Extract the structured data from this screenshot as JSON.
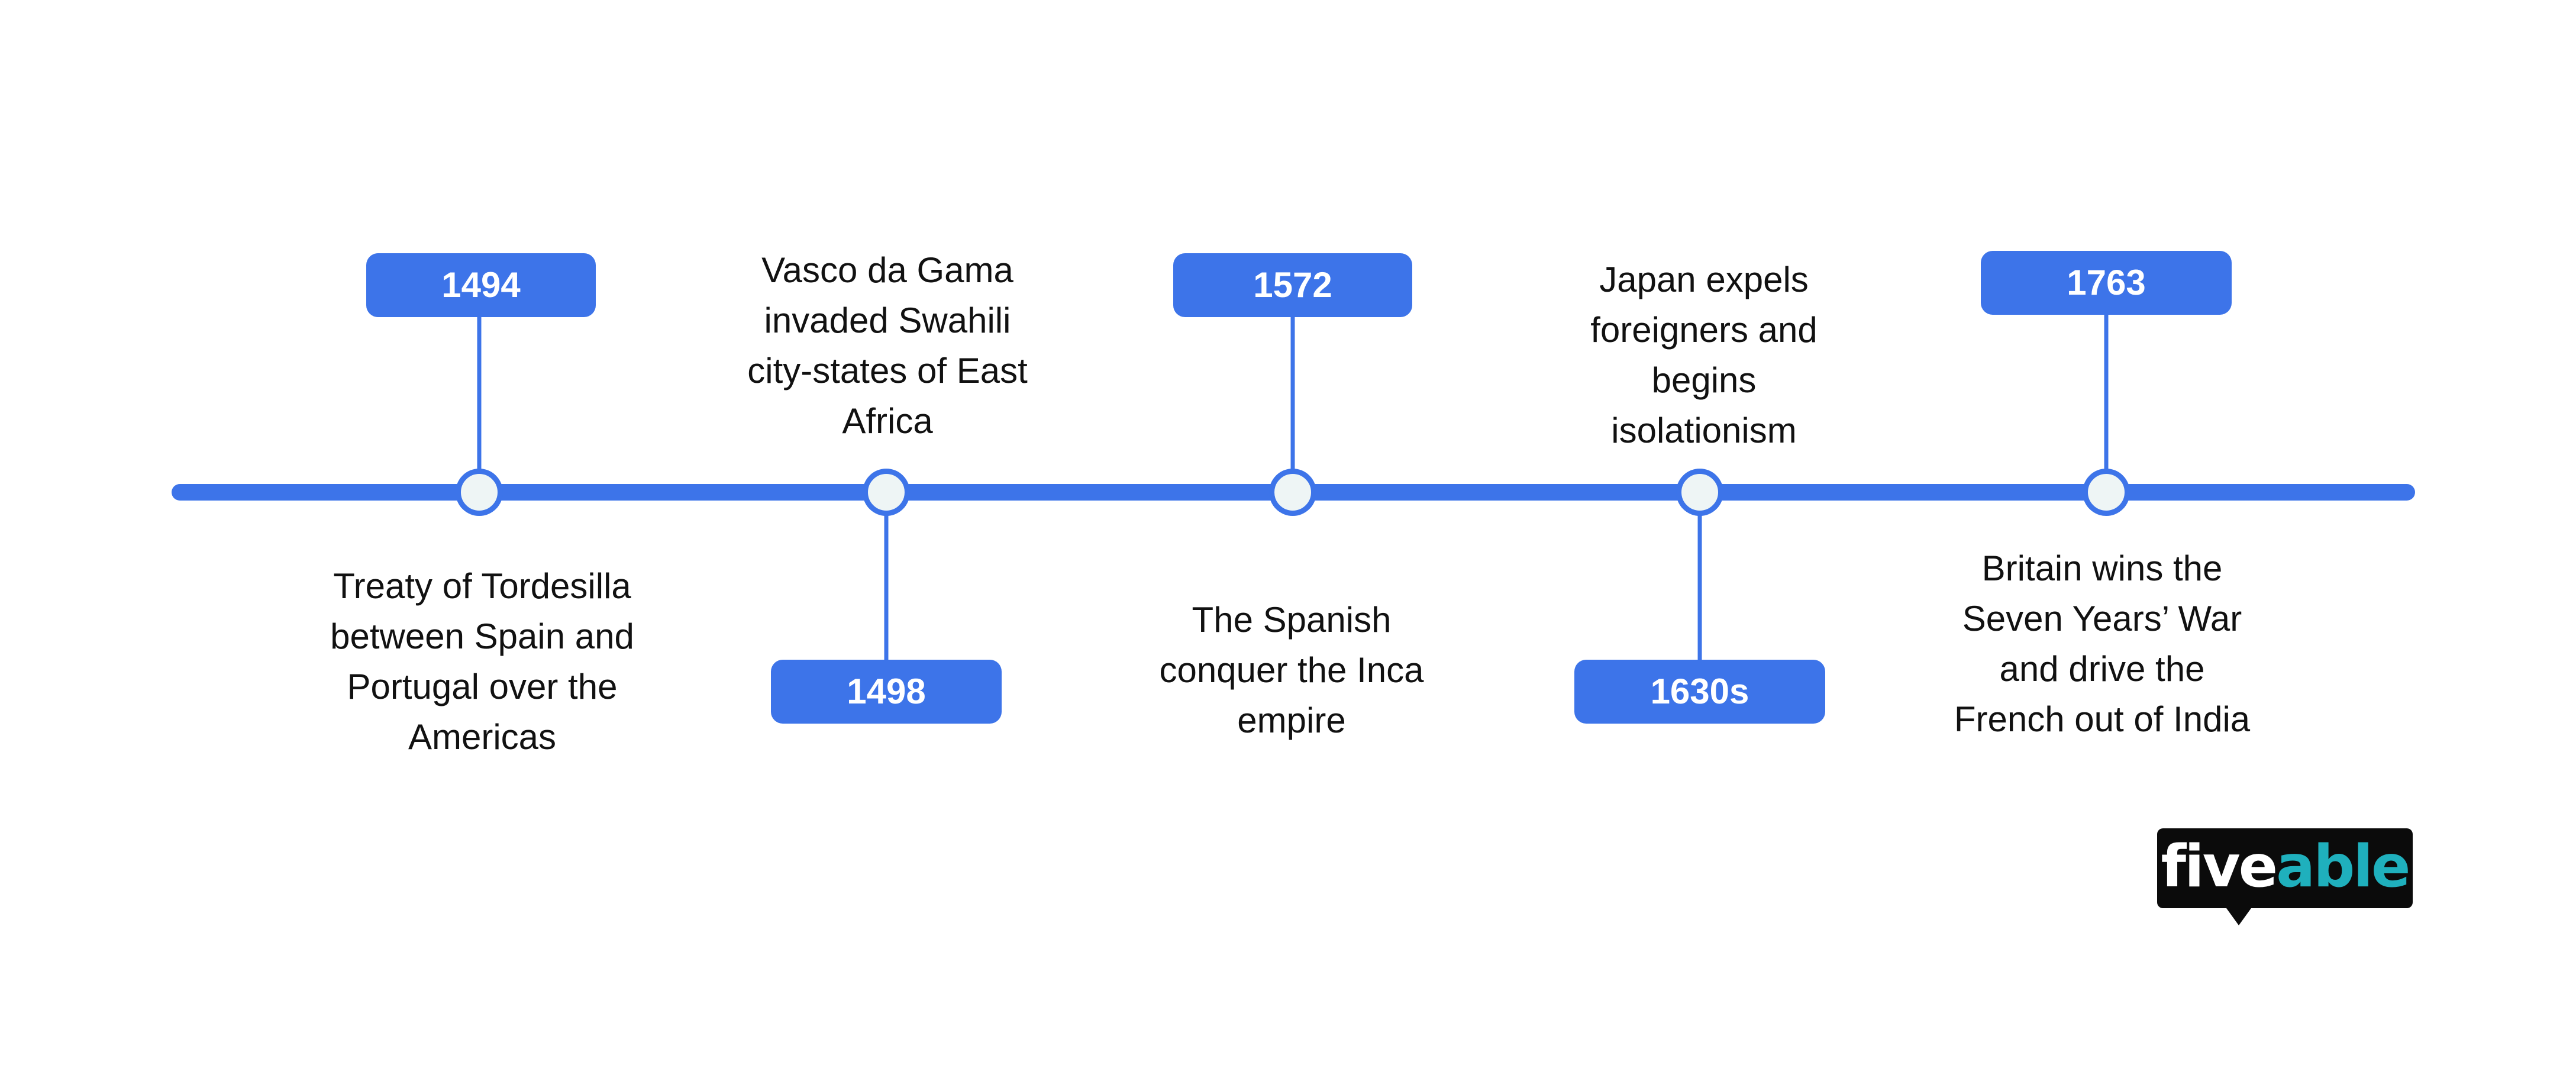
{
  "timeline": {
    "events": [
      {
        "year": "1494",
        "description": "Treaty of Tordesilla\nbetween Spain and\nPortugal over the\nAmericas"
      },
      {
        "year": "1498",
        "description": "Vasco da Gama\ninvaded Swahili\ncity-states of East\nAfrica"
      },
      {
        "year": "1572",
        "description": "The Spanish\nconquer the Inca\nempire"
      },
      {
        "year": "1630s",
        "description": "Japan expels\nforeigners and\nbegins\nisolationism"
      },
      {
        "year": "1763",
        "description": "Britain wins the\nSeven Years’ War\nand drive the\nFrench out of India"
      }
    ]
  },
  "logo": {
    "part1": "five",
    "part2": "able"
  },
  "colors": {
    "accent": "#3d74e9",
    "node_fill": "#eef5f5",
    "logo_accent": "#1fb0bd"
  }
}
